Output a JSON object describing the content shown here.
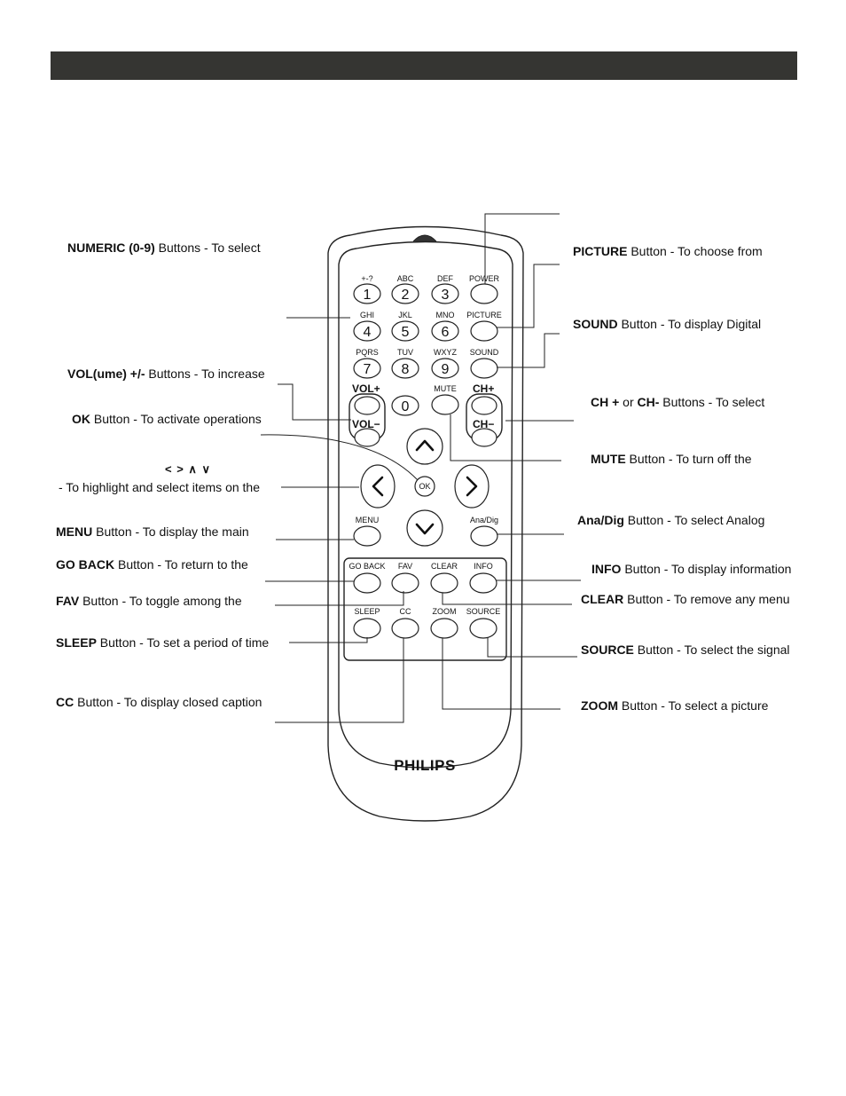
{
  "brand": "PHILIPS",
  "button_captions": {
    "plusminus": "+-?",
    "abc": "ABC",
    "def": "DEF",
    "power": "POWER",
    "ghi": "GHI",
    "jkl": "JKL",
    "mno": "MNO",
    "picture": "PICTURE",
    "pqrs": "PQRS",
    "tuv": "TUV",
    "wxyz": "WXYZ",
    "sound": "SOUND",
    "mute": "MUTE",
    "menu": "MENU",
    "anadig": "Ana/Dig",
    "ok": "OK",
    "goback": "GO BACK",
    "fav": "FAV",
    "clear": "CLEAR",
    "info": "INFO",
    "sleep": "SLEEP",
    "cc": "CC",
    "zoom": "ZOOM",
    "source": "SOURCE",
    "vol": "VOL",
    "ch": "CH"
  },
  "digits": [
    "1",
    "2",
    "3",
    "4",
    "5",
    "6",
    "7",
    "8",
    "9",
    "0"
  ],
  "callouts": {
    "numeric": {
      "bold": "NUMERIC (0-9)",
      "text": " Buttons - To select"
    },
    "vol": {
      "bold": "VOL(ume) +/-",
      "text": " Buttons - To increase"
    },
    "ok": {
      "bold": "OK",
      "text": " Button - To activate operations"
    },
    "arrows_symbols": "<   >   ∧   ∨",
    "arrows": {
      "text": "- To highlight and select items on the"
    },
    "menu": {
      "bold": "MENU",
      "text": " Button - To display the main"
    },
    "goback": {
      "bold": "GO BACK",
      "text": " Button - To return to the"
    },
    "fav": {
      "bold": "FAV",
      "text": " Button - To toggle among the"
    },
    "sleep": {
      "bold": "SLEEP",
      "text": " Button - To set a period of time"
    },
    "cc": {
      "bold": "CC",
      "text": " Button - To display closed caption"
    },
    "picture": {
      "bold": "PICTURE",
      "text": " Button - To choose from"
    },
    "sound": {
      "bold": "SOUND",
      "text": " Button - To display Digital"
    },
    "ch": {
      "bold": "CH +",
      "mid": " or ",
      "bold2": "CH-",
      "text": " Buttons - To select"
    },
    "mute": {
      "bold": "MUTE",
      "text": " Button - To turn off the"
    },
    "anadig": {
      "bold": "Ana/Dig",
      "text": " Button - To select Analog"
    },
    "info": {
      "bold": "INFO",
      "text": " Button - To display information"
    },
    "clear": {
      "bold": "CLEAR",
      "text": " Button - To remove any menu"
    },
    "source": {
      "bold": "SOURCE",
      "text": " Button - To select the signal"
    },
    "zoom": {
      "bold": "ZOOM",
      "text": " Button - To select a picture"
    }
  }
}
